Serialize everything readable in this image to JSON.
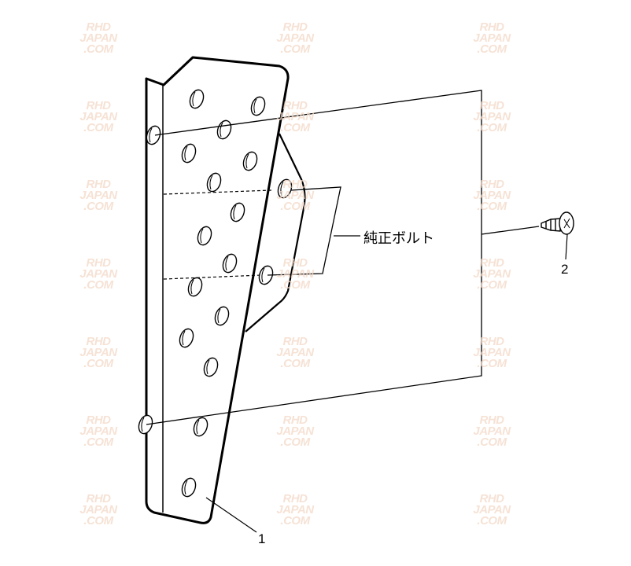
{
  "diagram": {
    "callouts": [
      {
        "id": "part-1",
        "text": "1"
      },
      {
        "id": "part-2",
        "text": "2"
      }
    ],
    "note_label": "純正ボルト",
    "watermark": {
      "lines": [
        "RHD",
        "JAPAN",
        ".COM"
      ]
    },
    "colors": {
      "line": "#000000",
      "watermark": "#f3d9c8"
    }
  }
}
